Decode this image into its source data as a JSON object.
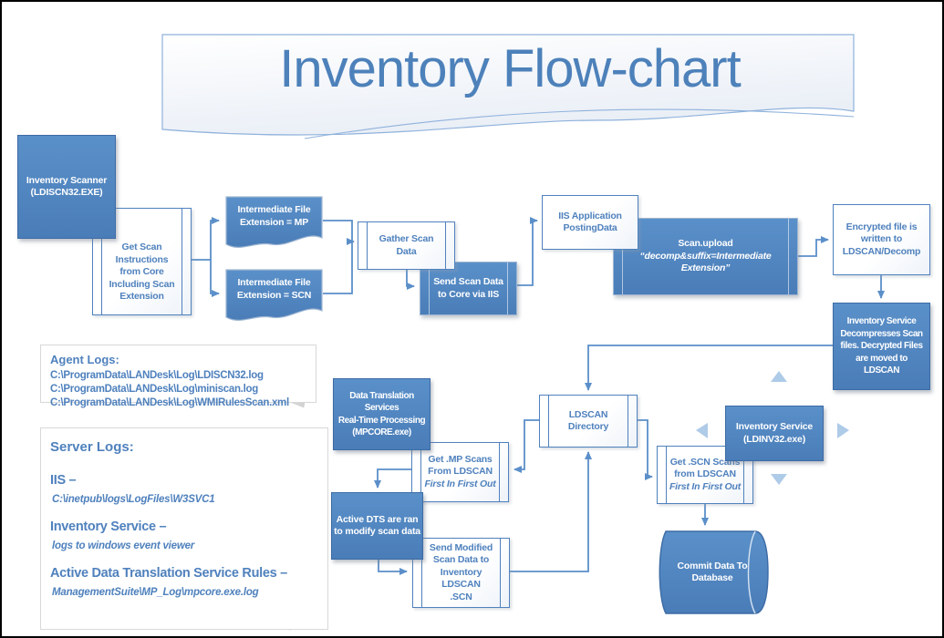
{
  "title": "Inventory Flow-chart",
  "colors": {
    "accent_blue": "#4f81bd",
    "box_blue_fill": "#4e84c2",
    "connector_blue": "#5b8fc9",
    "light_triangle": "#aecbe8",
    "note_border_gray": "#d8d8d8"
  },
  "nodes": {
    "inventory_scanner": {
      "lines": [
        "Inventory Scanner",
        "(LDISCN32.EXE)"
      ]
    },
    "get_scan_instructions": {
      "lines": [
        "Get Scan",
        "Instructions",
        "from Core",
        "Including Scan",
        "Extension"
      ]
    },
    "intermediate_mp": {
      "lines": [
        "Intermediate File",
        "Extension = MP"
      ]
    },
    "intermediate_scn": {
      "lines": [
        "Intermediate File",
        "Extension = SCN"
      ]
    },
    "gather_scan_data": {
      "lines": [
        "Gather Scan",
        "Data"
      ]
    },
    "send_scan_data": {
      "lines": [
        "Send Scan Data",
        "to Core via IIS"
      ]
    },
    "iis_application": {
      "lines": [
        "IIS Application",
        "PostingData"
      ]
    },
    "scan_upload": {
      "title": "Scan.upload",
      "quote_line1": "“decomp&suffix=Intermediate",
      "quote_line2": "Extension”"
    },
    "encrypted_file": {
      "lines": [
        "Encrypted file is",
        "written to",
        "LDSCAN/Decomp"
      ]
    },
    "inventory_decompress": {
      "lines": [
        "Inventory Service",
        "Decompresses Scan",
        "files. Decrypted Files",
        "are moved to",
        "LDSCAN"
      ]
    },
    "data_translation": {
      "lines": [
        "Data Translation",
        "Services",
        "Real-Time Processing",
        "(MPCORE.exe)"
      ]
    },
    "get_mp_scans": {
      "lines": [
        "Get .MP Scans",
        "From LDSCAN"
      ],
      "fifo": "First In First Out"
    },
    "ldscan_directory": {
      "lines": [
        "LDSCAN",
        "Directory"
      ]
    },
    "inventory_service": {
      "lines": [
        "Inventory Service",
        "(LDINV32.exe)"
      ]
    },
    "get_scn_scans": {
      "lines": [
        "Get .SCN Scans",
        "from LDSCAN"
      ],
      "fifo": "First In First Out"
    },
    "active_dts": {
      "lines": [
        "Active DTS are ran",
        "to modify scan data"
      ]
    },
    "send_modified": {
      "lines": [
        "Send Modified",
        "Scan Data to",
        "Inventory",
        "LDSCAN",
        ".SCN"
      ]
    },
    "commit_database": {
      "lines": [
        "Commit Data To",
        "Database"
      ]
    }
  },
  "agent_logs": {
    "heading": "Agent Logs:",
    "paths": [
      "C:\\ProgramData\\LANDesk\\Log\\LDISCN32.log",
      "C:\\ProgramData\\LANDesk\\Log\\miniscan.log",
      "C:\\ProgramData\\LANDesk\\Log\\WMIRulesScan.xml"
    ]
  },
  "server_logs": {
    "heading": "Server Logs:",
    "entries": [
      {
        "label": "IIS –",
        "path": "C:\\inetpub\\logs\\LogFiles\\W3SVC1"
      },
      {
        "label": "Inventory Service –",
        "path": "logs to windows event viewer"
      },
      {
        "label": "Active Data Translation Service Rules –",
        "path": "ManagementSuite\\MP_Log\\mpcore.exe.log"
      }
    ]
  }
}
